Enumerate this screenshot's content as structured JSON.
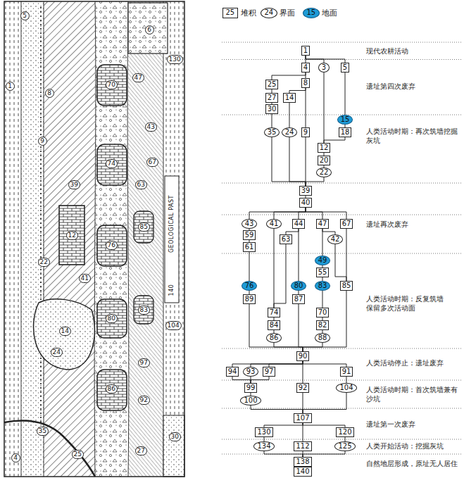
{
  "diagram": {
    "nodes": [
      {
        "text": [
          "1"
        ]
      },
      {
        "text": [
          "4"
        ]
      },
      {
        "text": [
          "3"
        ]
      },
      {
        "text": [
          "5"
        ]
      },
      {
        "text": [
          "25"
        ]
      },
      {
        "text": [
          "8"
        ]
      },
      {
        "text": [
          "27"
        ]
      },
      {
        "text": [
          "14"
        ]
      },
      {
        "text": [
          "30"
        ]
      },
      {
        "text": [
          "15"
        ]
      },
      {
        "text": [
          "35"
        ]
      },
      {
        "text": [
          "24"
        ]
      },
      {
        "text": [
          "9"
        ]
      },
      {
        "text": [
          "18"
        ]
      },
      {
        "text": [
          "12"
        ]
      },
      {
        "text": [
          "20"
        ]
      },
      {
        "text": [
          "22"
        ]
      },
      {
        "text": [
          "39"
        ]
      },
      {
        "text": [
          "40"
        ]
      },
      {
        "text": [
          "43"
        ]
      },
      {
        "text": [
          "41"
        ]
      },
      {
        "text": [
          "44"
        ]
      },
      {
        "text": [
          "47"
        ]
      },
      {
        "text": [
          "67"
        ]
      },
      {
        "text": [
          "59"
        ]
      },
      {
        "text": [
          "63"
        ]
      },
      {
        "text": [
          "42"
        ]
      },
      {
        "text": [
          "61"
        ]
      },
      {
        "text": [
          "49"
        ]
      },
      {
        "text": [
          "55"
        ]
      },
      {
        "text": [
          "76"
        ]
      },
      {
        "text": [
          "80"
        ]
      },
      {
        "text": [
          "83"
        ]
      },
      {
        "text": [
          "85"
        ]
      },
      {
        "text": [
          "89"
        ]
      },
      {
        "text": [
          "87"
        ]
      },
      {
        "text": [
          "74"
        ]
      },
      {
        "text": [
          "70"
        ]
      },
      {
        "text": [
          "84"
        ]
      },
      {
        "text": [
          "82"
        ]
      },
      {
        "text": [
          "86"
        ]
      },
      {
        "text": [
          "88"
        ]
      },
      {
        "text": [
          "90"
        ]
      },
      {
        "text": [
          "94"
        ]
      },
      {
        "text": [
          "93"
        ]
      },
      {
        "text": [
          "97"
        ]
      },
      {
        "text": [
          "91"
        ]
      },
      {
        "text": [
          "99"
        ]
      },
      {
        "text": [
          "92"
        ]
      },
      {
        "text": [
          "104"
        ]
      },
      {
        "text": [
          "100"
        ]
      },
      {
        "text": [
          "107"
        ]
      },
      {
        "text": [
          "130"
        ]
      },
      {
        "text": [
          "120"
        ]
      },
      {
        "text": [
          "134"
        ]
      },
      {
        "text": [
          "112"
        ]
      },
      {
        "text": [
          "125"
        ]
      },
      {
        "text": [
          "138"
        ]
      },
      {
        "text": [
          "140"
        ]
      }
    ],
    "edges": [
      {
        "from": 0,
        "to": 1,
        "arrow": "none"
      },
      {
        "from": 0,
        "to": 2,
        "arrow": "none"
      },
      {
        "from": 0,
        "to": 3,
        "arrow": "none"
      },
      {
        "from": 1,
        "to": 4,
        "arrow": "none"
      },
      {
        "from": 1,
        "to": 5,
        "arrow": "none"
      },
      {
        "from": 4,
        "to": 6,
        "arrow": "none"
      },
      {
        "from": 6,
        "to": 8,
        "arrow": "none"
      },
      {
        "from": 8,
        "to": 10,
        "arrow": "none"
      },
      {
        "from": 5,
        "to": 7,
        "arrow": "none"
      },
      {
        "from": 5,
        "to": 12,
        "arrow": "none"
      },
      {
        "from": 7,
        "to": 11,
        "arrow": "none"
      },
      {
        "from": 3,
        "to": 9,
        "arrow": "none"
      },
      {
        "from": 9,
        "to": 13,
        "arrow": "none"
      },
      {
        "from": 2,
        "to": 14,
        "arrow": "none"
      },
      {
        "from": 13,
        "to": 14,
        "arrow": "none"
      },
      {
        "from": 14,
        "to": 15,
        "arrow": "none"
      },
      {
        "from": 15,
        "to": 16,
        "arrow": "none"
      },
      {
        "from": 10,
        "to": 17,
        "arrow": "none"
      },
      {
        "from": 11,
        "to": 17,
        "arrow": "none"
      },
      {
        "from": 12,
        "to": 17,
        "arrow": "none"
      },
      {
        "from": 16,
        "to": 17,
        "arrow": "none"
      },
      {
        "from": 17,
        "to": 18,
        "arrow": "none"
      },
      {
        "from": 18,
        "to": 19,
        "arrow": "none"
      },
      {
        "from": 18,
        "to": 20,
        "arrow": "none"
      },
      {
        "from": 18,
        "to": 21,
        "arrow": "none"
      },
      {
        "from": 18,
        "to": 22,
        "arrow": "none"
      },
      {
        "from": 18,
        "to": 23,
        "arrow": "none"
      },
      {
        "from": 19,
        "to": 24,
        "arrow": "none"
      },
      {
        "from": 24,
        "to": 27,
        "arrow": "none"
      },
      {
        "from": 27,
        "to": 30,
        "arrow": "none"
      },
      {
        "from": 30,
        "to": 34,
        "arrow": "none"
      },
      {
        "from": 20,
        "to": 36,
        "arrow": "none"
      },
      {
        "from": 21,
        "to": 25,
        "arrow": "none"
      },
      {
        "from": 21,
        "to": 31,
        "arrow": "none"
      },
      {
        "from": 25,
        "to": 36,
        "arrow": "none"
      },
      {
        "from": 31,
        "to": 35,
        "arrow": "none"
      },
      {
        "from": 22,
        "to": 28,
        "arrow": "none"
      },
      {
        "from": 22,
        "to": 26,
        "arrow": "none"
      },
      {
        "from": 28,
        "to": 29,
        "arrow": "none"
      },
      {
        "from": 29,
        "to": 32,
        "arrow": "none"
      },
      {
        "from": 32,
        "to": 37,
        "arrow": "none"
      },
      {
        "from": 37,
        "to": 39,
        "arrow": "none"
      },
      {
        "from": 39,
        "to": 41,
        "arrow": "none"
      },
      {
        "from": 26,
        "to": 33,
        "arrow": "none"
      },
      {
        "from": 23,
        "to": 33,
        "arrow": "none"
      },
      {
        "from": 36,
        "to": 38,
        "arrow": "none"
      },
      {
        "from": 38,
        "to": 40,
        "arrow": "none"
      },
      {
        "from": 34,
        "to": 42,
        "arrow": "none"
      },
      {
        "from": 40,
        "to": 42,
        "arrow": "none"
      },
      {
        "from": 35,
        "to": 42,
        "arrow": "none"
      },
      {
        "from": 41,
        "to": 42,
        "arrow": "none"
      },
      {
        "from": 33,
        "to": 42,
        "arrow": "none"
      },
      {
        "from": 42,
        "to": 43,
        "arrow": "none"
      },
      {
        "from": 42,
        "to": 44,
        "arrow": "none"
      },
      {
        "from": 42,
        "to": 45,
        "arrow": "none"
      },
      {
        "from": 42,
        "to": 48,
        "arrow": "none"
      },
      {
        "from": 42,
        "to": 46,
        "arrow": "none"
      },
      {
        "from": 43,
        "to": 47,
        "arrow": "none"
      },
      {
        "from": 44,
        "to": 47,
        "arrow": "none"
      },
      {
        "from": 45,
        "to": 47,
        "arrow": "none"
      },
      {
        "from": 47,
        "to": 50,
        "arrow": "none"
      },
      {
        "from": 46,
        "to": 49,
        "arrow": "none"
      },
      {
        "from": 50,
        "to": 51,
        "arrow": "none"
      },
      {
        "from": 48,
        "to": 51,
        "arrow": "none"
      },
      {
        "from": 49,
        "to": 51,
        "arrow": "none"
      },
      {
        "from": 51,
        "to": 52,
        "arrow": "none"
      },
      {
        "from": 51,
        "to": 55,
        "arrow": "none"
      },
      {
        "from": 51,
        "to": 53,
        "arrow": "none"
      },
      {
        "from": 52,
        "to": 54,
        "arrow": "none"
      },
      {
        "from": 53,
        "to": 56,
        "arrow": "none"
      },
      {
        "from": 54,
        "to": 57,
        "arrow": "none"
      },
      {
        "from": 55,
        "to": 57,
        "arrow": "none"
      },
      {
        "from": 56,
        "to": 57,
        "arrow": "none"
      },
      {
        "from": 57,
        "to": 58,
        "arrow": "none"
      }
    ],
    "labels": [
      "25",
      "24",
      "15",
      "现代农耕活动",
      "遗址第四次废弃",
      "人类活动时期：再次筑墙挖掘灰坑",
      "遗址再次废弃",
      "人类活动时期：反复筑墙 保留多次活动面",
      "人类活动停止：遗址废弃",
      "人类活动时期：首次筑墙兼有沙坑",
      "遗址第一次废弃",
      "人类开始活动：挖掘灰坑",
      "自然地层形成，原址无人居住",
      "GEOLOGICAL PAST",
      "140",
      "5",
      "6",
      "130",
      "1",
      "8",
      "70",
      "47",
      "43",
      "9",
      "74",
      "39",
      "63",
      "67",
      "12",
      "76",
      "85",
      "22",
      "41",
      "80",
      "83",
      "104",
      "14",
      "24",
      "97",
      "86",
      "92",
      "35",
      "4",
      "25",
      "27",
      "30"
    ],
    "legend": [
      {
        "text": "堆积"
      },
      {
        "text": "界面"
      },
      {
        "text": "地面",
        "color": "#1e9bd7"
      }
    ]
  }
}
